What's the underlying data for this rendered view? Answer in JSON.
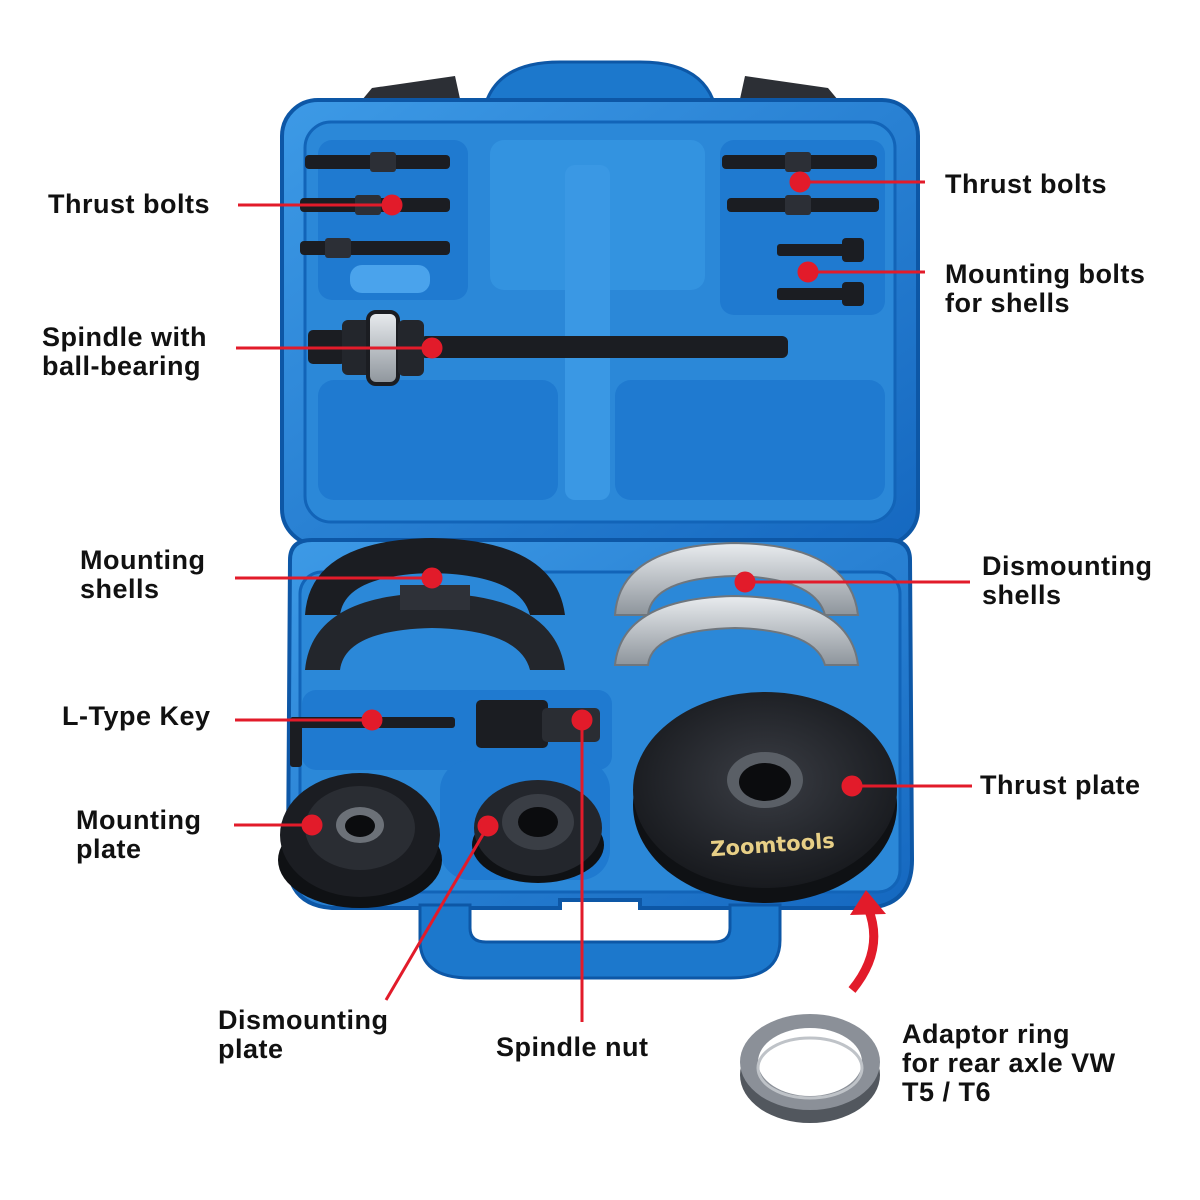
{
  "brand": "Zoomtools",
  "colors": {
    "case_blue": "#1e7fd1",
    "case_light": "#4aa3ec",
    "case_dark": "#0d57a6",
    "pointer_red": "#e21b2a",
    "metal_black": "#1b1d22",
    "metal_silver": "#b9bdc2"
  },
  "labels": {
    "thrust_bolts_left": [
      "Thrust bolts"
    ],
    "thrust_bolts_right": [
      "Thrust bolts"
    ],
    "mounting_bolts": [
      "Mounting bolts",
      "for shells"
    ],
    "spindle": [
      "Spindle with",
      "ball-bearing"
    ],
    "mounting_shells": [
      "Mounting",
      "shells"
    ],
    "dismounting_shells": [
      "Dismounting",
      "shells"
    ],
    "l_type_key": [
      "L-Type Key"
    ],
    "thrust_plate": [
      "Thrust plate"
    ],
    "mounting_plate": [
      "Mounting",
      "plate"
    ],
    "dismounting_plate": [
      "Dismounting",
      "plate"
    ],
    "spindle_nut": [
      "Spindle nut"
    ],
    "adaptor_ring": [
      "Adaptor ring",
      "for rear axle VW",
      "T5 / T6"
    ]
  }
}
